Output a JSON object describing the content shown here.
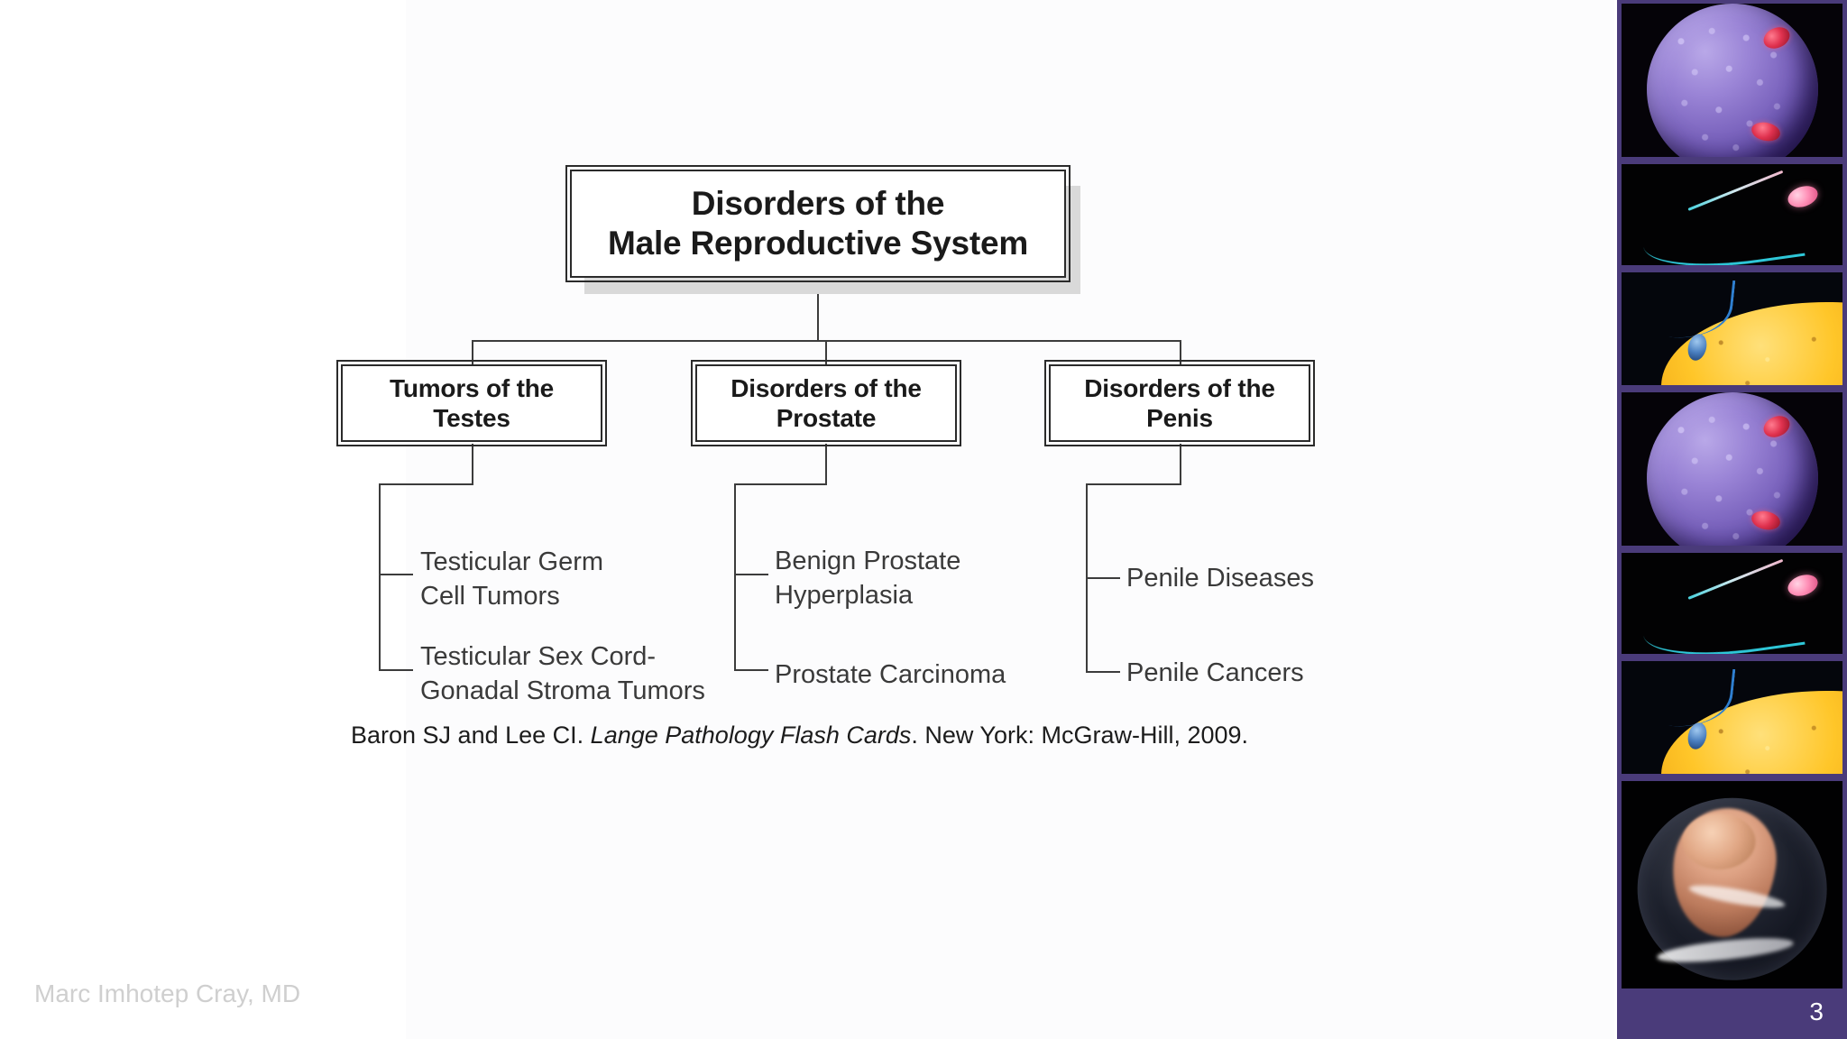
{
  "slide": {
    "page_number": "3",
    "footer_author": "Marc Imhotep Cray, MD"
  },
  "diagram": {
    "root": {
      "line1": "Disorders of the",
      "line2": "Male Reproductive System"
    },
    "branches": [
      {
        "line1": "Tumors of the",
        "line2": "Testes",
        "leaves": [
          "Testicular Germ\nCell Tumors",
          "Testicular Sex Cord-\nGonadal Stroma Tumors"
        ]
      },
      {
        "line1": "Disorders of the",
        "line2": "Prostate",
        "leaves": [
          "Benign Prostate\nHyperplasia",
          "Prostate Carcinoma"
        ]
      },
      {
        "line1": "Disorders of the",
        "line2": "Penis",
        "leaves": [
          "Penile Diseases",
          "Penile Cancers"
        ]
      }
    ]
  },
  "citation": {
    "authors": "Baron SJ and Lee CI. ",
    "title": "Lange Pathology Flash Cards",
    "publication": ". New York: McGraw-Hill, 2009."
  },
  "image_strip": {
    "frame_color": "#4a3b7a",
    "images": [
      {
        "name": "ovum-with-polar-bodies",
        "alt": "Scanning electron micrograph of a purple human ovum with red polar bodies"
      },
      {
        "name": "sperm-cell",
        "alt": "Single sperm cell with blue tail and pink head on black background"
      },
      {
        "name": "sperm-approaching-ovum",
        "alt": "Sperm approaching the golden textured surface of an ovum"
      },
      {
        "name": "ovum-with-polar-bodies",
        "alt": "Scanning electron micrograph of a purple human ovum with red polar bodies"
      },
      {
        "name": "sperm-cell",
        "alt": "Single sperm cell with blue tail and pink head on black background"
      },
      {
        "name": "sperm-approaching-ovum",
        "alt": "Sperm approaching the golden textured surface of an ovum"
      },
      {
        "name": "human-embryo",
        "alt": "Human embryo inside amniotic sac with umbilical cord"
      }
    ]
  }
}
